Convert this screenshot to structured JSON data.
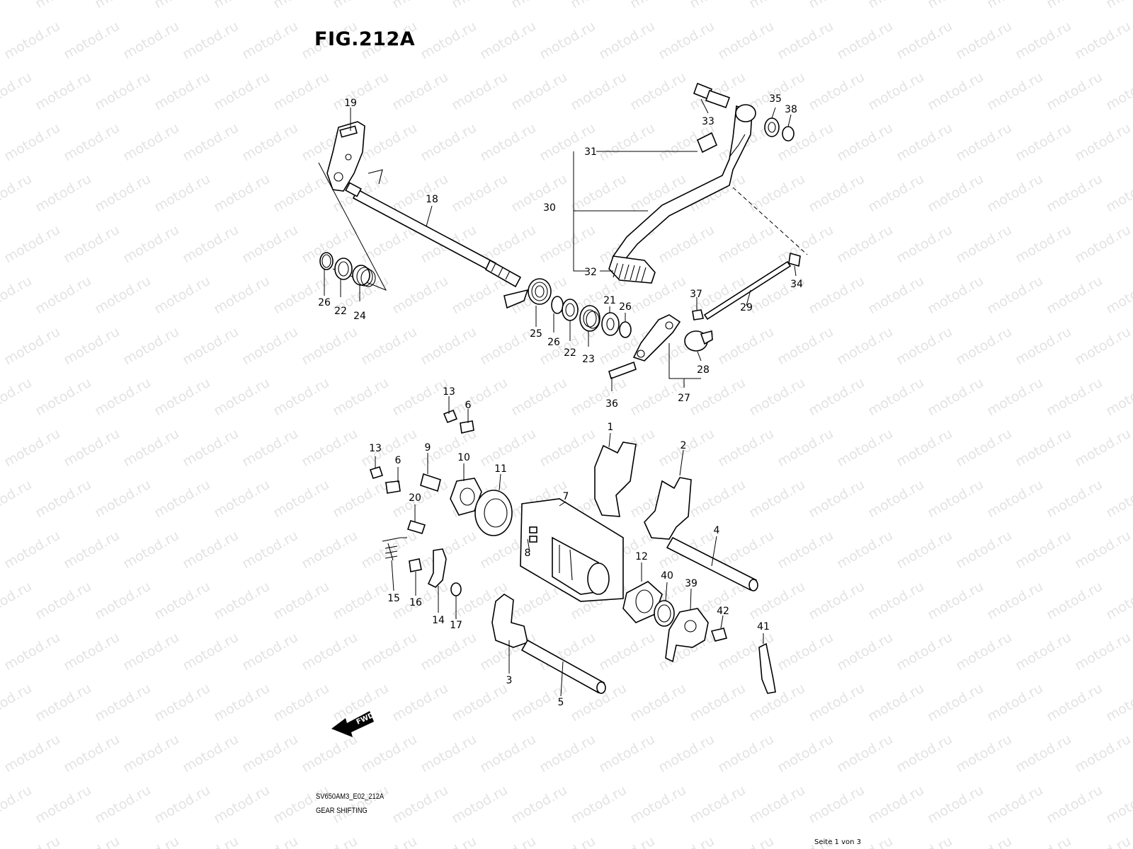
{
  "figure": {
    "title": "FIG.212A",
    "model_code": "SV650AM3_E02_212A",
    "caption": "GEAR SHIFTING",
    "page": "Seite 1 von 3",
    "watermark": "motod.ru",
    "fwd_label": "FWD"
  },
  "callouts": [
    "19",
    "18",
    "26",
    "22",
    "24",
    "25",
    "26",
    "22",
    "23",
    "21",
    "26",
    "33",
    "35",
    "38",
    "31",
    "30",
    "32",
    "34",
    "37",
    "29",
    "28",
    "27",
    "36",
    "13",
    "6",
    "13",
    "6",
    "9",
    "10",
    "11",
    "7",
    "8",
    "1",
    "2",
    "4",
    "20",
    "15",
    "16",
    "14",
    "17",
    "3",
    "5",
    "12",
    "40",
    "39",
    "42",
    "41"
  ]
}
